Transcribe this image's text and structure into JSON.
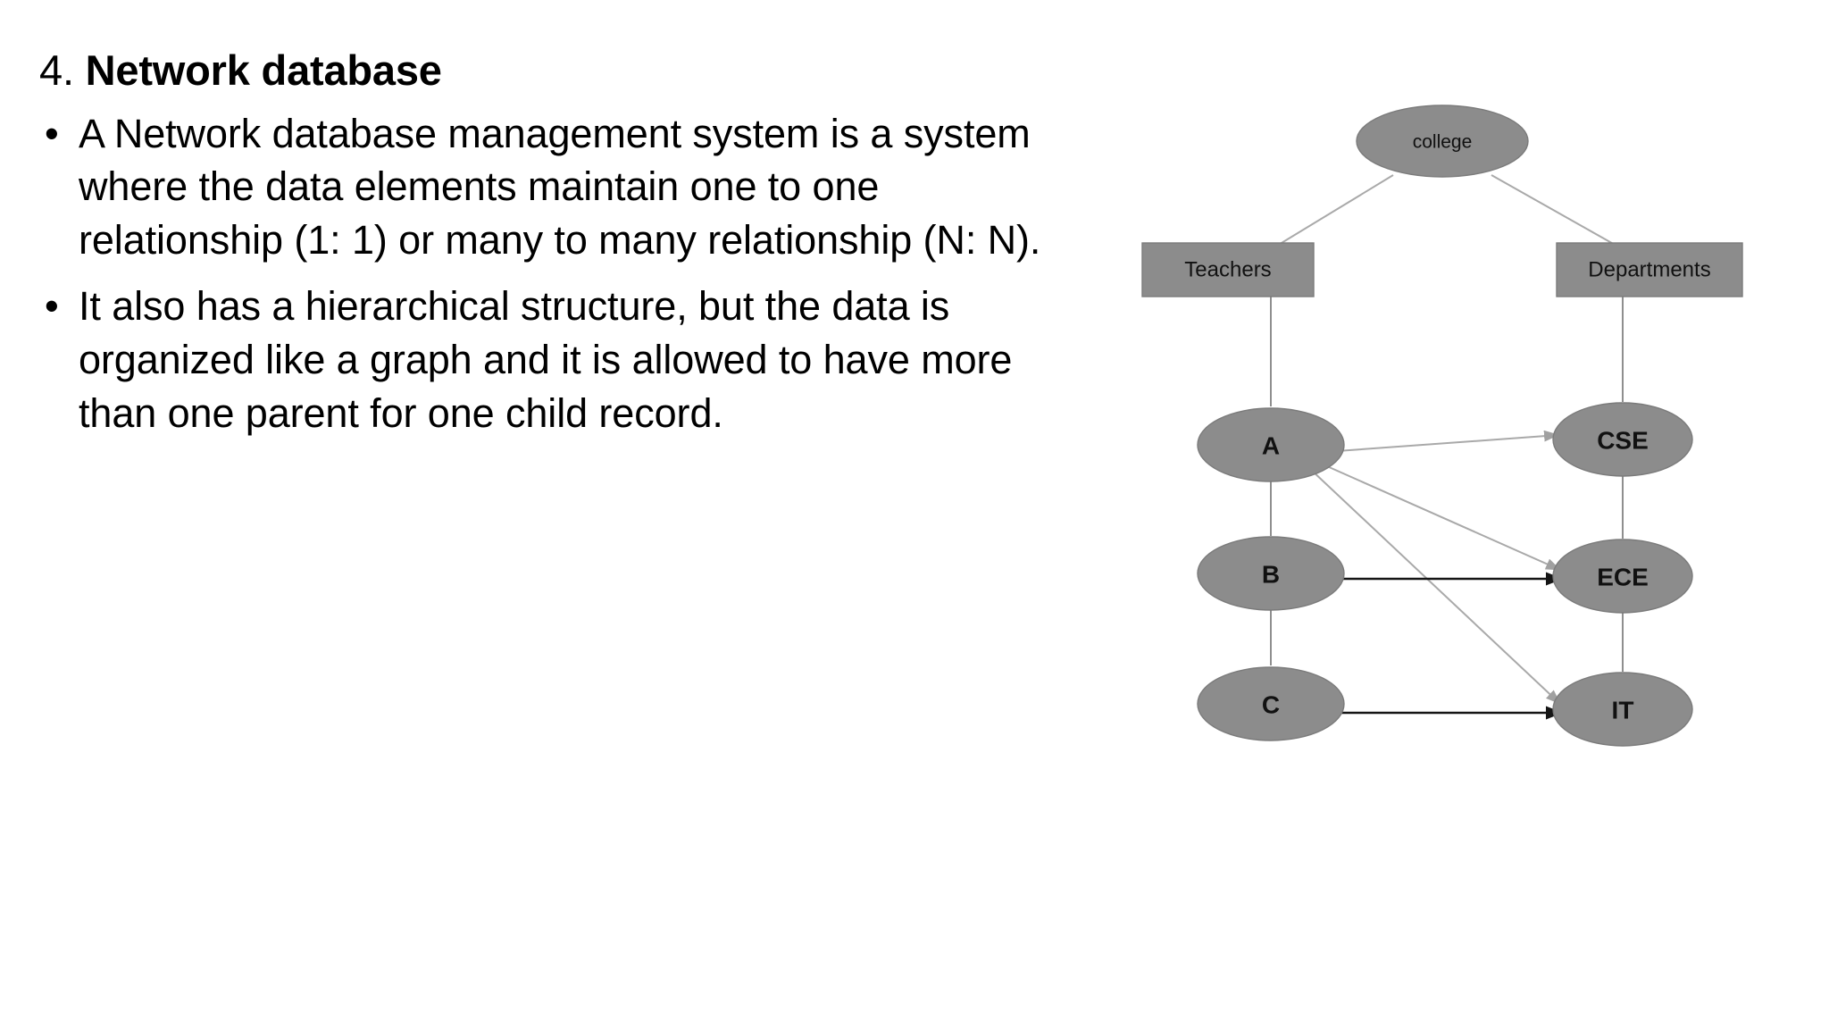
{
  "slide": {
    "title_number": "4.",
    "title_text": "Network database",
    "bullets": [
      "A Network database management system is a system where the data elements maintain one to one relationship (1: 1) or many to many relationship (N: N).",
      "It also has a hierarchical structure, but the data is organized like a graph and it is allowed to have more than one parent for one child record."
    ],
    "bullet_marker": "•"
  },
  "diagram": {
    "nodes": {
      "college": "college",
      "teachers": "Teachers",
      "departments": "Departments",
      "a": "A",
      "b": "B",
      "c": "C",
      "cse": "CSE",
      "ece": "ECE",
      "it": "IT"
    },
    "colors": {
      "node_fill": "#8c8c8c",
      "node_stroke": "#7b7b7b",
      "edge_light": "#a9a9a9",
      "edge_dark": "#151515",
      "label": "#111111",
      "background": "#ffffff"
    },
    "edges": [
      {
        "from": "college",
        "to": "teachers",
        "style": "light",
        "arrow": false
      },
      {
        "from": "college",
        "to": "departments",
        "style": "light",
        "arrow": false
      },
      {
        "from": "teachers",
        "to": "a",
        "style": "light",
        "arrow": false
      },
      {
        "from": "departments",
        "to": "cse",
        "style": "light",
        "arrow": false
      },
      {
        "from": "a",
        "to": "b",
        "style": "light",
        "arrow": false
      },
      {
        "from": "b",
        "to": "c",
        "style": "light",
        "arrow": false
      },
      {
        "from": "cse",
        "to": "ece",
        "style": "light",
        "arrow": false
      },
      {
        "from": "ece",
        "to": "it",
        "style": "light",
        "arrow": false
      },
      {
        "from": "a",
        "to": "cse",
        "style": "light",
        "arrow": true
      },
      {
        "from": "a",
        "to": "ece",
        "style": "light",
        "arrow": true
      },
      {
        "from": "a",
        "to": "it",
        "style": "light",
        "arrow": true
      },
      {
        "from": "b",
        "to": "ece",
        "style": "dark",
        "arrow": true
      },
      {
        "from": "c",
        "to": "it",
        "style": "dark",
        "arrow": true
      }
    ]
  }
}
